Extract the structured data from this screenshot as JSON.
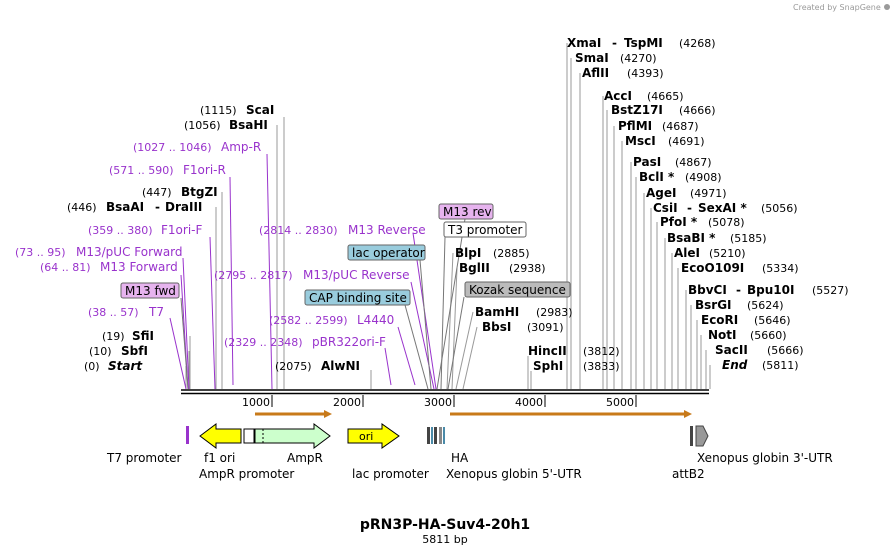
{
  "credit": "Created by SnapGene",
  "title": "pRN3P-HA-Suv4-20h1",
  "length": "5811 bp",
  "ruler": [
    "1000",
    "2000",
    "3000",
    "4000",
    "5000"
  ],
  "sites": {
    "xmai": {
      "name": "XmaI",
      "pos": "(4268)"
    },
    "tspmi": {
      "name": "TspMI"
    },
    "smai": {
      "name": "SmaI",
      "pos": "(4270)"
    },
    "aflii": {
      "name": "AflII",
      "pos": "(4393)"
    },
    "acci": {
      "name": "AccI",
      "pos": "(4665)"
    },
    "bstz17i": {
      "name": "BstZ17I",
      "pos": "(4666)"
    },
    "pflmi": {
      "name": "PflMI",
      "pos": "(4687)"
    },
    "msci": {
      "name": "MscI",
      "pos": "(4691)"
    },
    "pasi": {
      "name": "PasI",
      "pos": "(4867)"
    },
    "bcli": {
      "name": "BclI *",
      "pos": "(4908)"
    },
    "agei": {
      "name": "AgeI",
      "pos": "(4971)"
    },
    "csii": {
      "name": "CsiI",
      "pos": "(5056)"
    },
    "sexai": {
      "name": "SexAI *"
    },
    "pfoi": {
      "name": "PfoI *",
      "pos": "(5078)"
    },
    "bsabi": {
      "name": "BsaBI *",
      "pos": "(5185)"
    },
    "alei": {
      "name": "AleI",
      "pos": "(5210)"
    },
    "eco0109i": {
      "name": "EcoO109I",
      "pos": "(5334)"
    },
    "bbvci": {
      "name": "BbvCI",
      "pos": "(5527)"
    },
    "bpu10i": {
      "name": "Bpu10I"
    },
    "bsrgi": {
      "name": "BsrGI",
      "pos": "(5624)"
    },
    "ecori": {
      "name": "EcoRI",
      "pos": "(5646)"
    },
    "noti": {
      "name": "NotI",
      "pos": "(5660)"
    },
    "sacii": {
      "name": "SacII",
      "pos": "(5666)"
    },
    "end": {
      "name": "End",
      "pos": "(5811)"
    },
    "scai": {
      "name": "ScaI",
      "pos": "(1115)"
    },
    "bsahi": {
      "name": "BsaHI",
      "pos": "(1056)"
    },
    "btgzi": {
      "name": "BtgZI",
      "pos": "(447)"
    },
    "bsaai": {
      "name": "BsaAI",
      "pos": "(446)"
    },
    "draiii": {
      "name": "DraIII"
    },
    "sfii": {
      "name": "SfiI",
      "pos": "(19)"
    },
    "sbfi": {
      "name": "SbfI",
      "pos": "(10)"
    },
    "start": {
      "name": "Start",
      "pos": "(0)"
    },
    "blpi": {
      "name": "BlpI",
      "pos": "(2885)"
    },
    "bglii": {
      "name": "BglII",
      "pos": "(2938)"
    },
    "bamhi": {
      "name": "BamHI",
      "pos": "(2983)"
    },
    "bbsi": {
      "name": "BbsI",
      "pos": "(3091)"
    },
    "alwni": {
      "name": "AlwNI",
      "pos": "(2075)"
    },
    "hincii": {
      "name": "HincII",
      "pos": "(3812)"
    },
    "sphi": {
      "name": "SphI",
      "pos": "(3833)"
    }
  },
  "primers": {
    "ampr": {
      "range": "(1027 .. 1046)",
      "name": "Amp-R"
    },
    "f1ori_r": {
      "range": "(571 .. 590)",
      "name": "F1ori-R"
    },
    "f1ori_f": {
      "range": "(359 .. 380)",
      "name": "F1ori-F"
    },
    "m13puc_fwd": {
      "range": "(73 .. 95)",
      "name": "M13/pUC Forward"
    },
    "m13_fwd": {
      "range": "(64 .. 81)",
      "name": "M13 Forward"
    },
    "t7": {
      "range": "(38 .. 57)",
      "name": "T7"
    },
    "m13_rev": {
      "range": "(2814 .. 2830)",
      "name": "M13 Reverse"
    },
    "m13puc_rev": {
      "range": "(2795 .. 2817)",
      "name": "M13/pUC Reverse"
    },
    "l4440": {
      "range": "(2582 .. 2599)",
      "name": "L4440"
    },
    "pbr322ori_f": {
      "range": "(2329 .. 2348)",
      "name": "pBR322ori-F"
    }
  },
  "boxes": {
    "m13fwd": "M13 fwd",
    "m13rev": "M13 rev",
    "t3promoter": "T3 promoter",
    "lacoperator": "lac operator",
    "capsite": "CAP binding site",
    "kozak": "Kozak sequence"
  },
  "features": {
    "t7promoter": "T7 promoter",
    "f1ori": "f1 ori",
    "amprpromoter": "AmpR promoter",
    "ampr": "AmpR",
    "ori": "ori",
    "lacpromoter": "lac promoter",
    "ha": "HA",
    "xenopus5utr": "Xenopus globin 5'-UTR",
    "attb2": "attB2",
    "xenopus3utr": "Xenopus globin 3'-UTR"
  },
  "colors": {
    "primer": "#9933cc",
    "cap": "#99ccdd",
    "kozak": "#bbbbbb",
    "primerbox": "#e6b3ee",
    "yellow": "#ffff00",
    "green": "#ccffcc",
    "orf": "#c87a1a"
  }
}
